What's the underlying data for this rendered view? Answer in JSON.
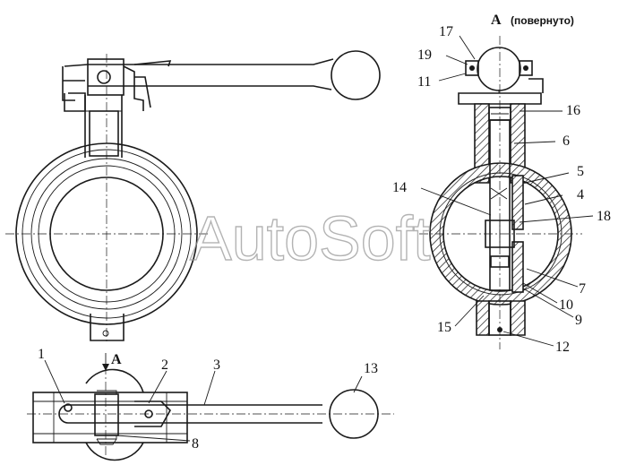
{
  "view_label": {
    "letter": "A",
    "note": "(повернуто)"
  },
  "arrow_label": "A",
  "watermark": "AutoSoft",
  "callouts": {
    "c1": "1",
    "c2": "2",
    "c3": "3",
    "c4": "4",
    "c5": "5",
    "c6": "6",
    "c7": "7",
    "c8": "8",
    "c9": "9",
    "c10": "10",
    "c11": "11",
    "c12": "12",
    "c13": "13",
    "c14": "14",
    "c15": "15",
    "c16": "16",
    "c17": "17",
    "c18": "18",
    "c19": "19"
  }
}
